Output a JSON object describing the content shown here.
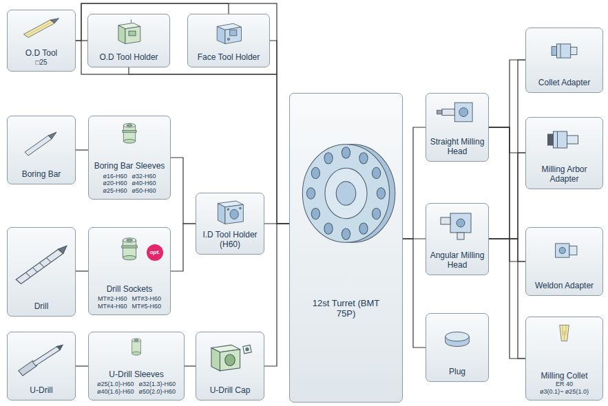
{
  "diagram": {
    "nodes": [
      {
        "text": [
          "O.D Tool",
          "□25"
        ]
      },
      {
        "text": [
          "O.D Tool Holder"
        ]
      },
      {
        "text": [
          "Face Tool Holder"
        ]
      },
      {
        "text": [
          "Boring Bar"
        ]
      },
      {
        "text": [
          "Boring Bar Sleeves",
          "ø16-H60",
          "ø32-H60",
          "ø20-H60",
          "ø40-H60",
          "ø25-H60",
          "ø50-H60"
        ]
      },
      {
        "text": [
          "I.D Tool Holder (H60)"
        ]
      },
      {
        "text": [
          "Drill"
        ]
      },
      {
        "text": [
          "Drill Sockets",
          "MT#2-H60",
          "MT#3-H60",
          "MT#4-H60",
          "MT#5-H60"
        ]
      },
      {
        "text": [
          "opt."
        ],
        "in": 7
      },
      {
        "text": [
          "U-Drill"
        ]
      },
      {
        "text": [
          "U-Drill Sleeves",
          "ø25(1.0)-H60",
          "ø32(1.3)-H60",
          "ø40(1.6)-H60",
          "ø50(2.0)-H60"
        ]
      },
      {
        "text": [
          "U-Drill Cap"
        ]
      },
      {
        "text": [
          "12st Turret (BMT 75P)"
        ]
      },
      {
        "text": [
          "Straight Milling Head"
        ]
      },
      {
        "text": [
          "Angular Milling Head"
        ]
      },
      {
        "text": [
          "Plug"
        ]
      },
      {
        "text": [
          "Collet Adapter"
        ]
      },
      {
        "text": [
          "Milling Arbor Adapter"
        ]
      },
      {
        "text": [
          "Weldon Adapter"
        ]
      },
      {
        "text": [
          "Milling Collet",
          "ER 40",
          "ø3(0.1)~ ø25(1.0)"
        ]
      }
    ],
    "edges": [
      {
        "from": 0,
        "to": 1,
        "arrow": "none"
      },
      {
        "from": 0,
        "to": 2,
        "arrow": "none"
      },
      {
        "from": 1,
        "to": 12,
        "arrow": "none"
      },
      {
        "from": 2,
        "to": 12,
        "arrow": "none"
      },
      {
        "from": 3,
        "to": 4,
        "arrow": "none"
      },
      {
        "from": 4,
        "to": 5,
        "arrow": "none"
      },
      {
        "from": 6,
        "to": 7,
        "arrow": "none"
      },
      {
        "from": 7,
        "to": 5,
        "arrow": "none"
      },
      {
        "from": 5,
        "to": 12,
        "arrow": "none"
      },
      {
        "from": 9,
        "to": 10,
        "arrow": "none"
      },
      {
        "from": 10,
        "to": 11,
        "arrow": "none"
      },
      {
        "from": 11,
        "to": 12,
        "arrow": "none"
      },
      {
        "from": 12,
        "to": 13,
        "arrow": "none"
      },
      {
        "from": 12,
        "to": 14,
        "arrow": "none"
      },
      {
        "from": 12,
        "to": 15,
        "arrow": "none"
      },
      {
        "from": 13,
        "to": 16,
        "arrow": "none"
      },
      {
        "from": 13,
        "to": 17,
        "arrow": "none"
      },
      {
        "from": 13,
        "to": 18,
        "arrow": "none"
      },
      {
        "from": 13,
        "to": 19,
        "arrow": "none"
      },
      {
        "from": 14,
        "to": 16,
        "arrow": "none"
      },
      {
        "from": 14,
        "to": 17,
        "arrow": "none"
      },
      {
        "from": 14,
        "to": 18,
        "arrow": "none"
      },
      {
        "from": 14,
        "to": 19,
        "arrow": "none"
      }
    ]
  }
}
